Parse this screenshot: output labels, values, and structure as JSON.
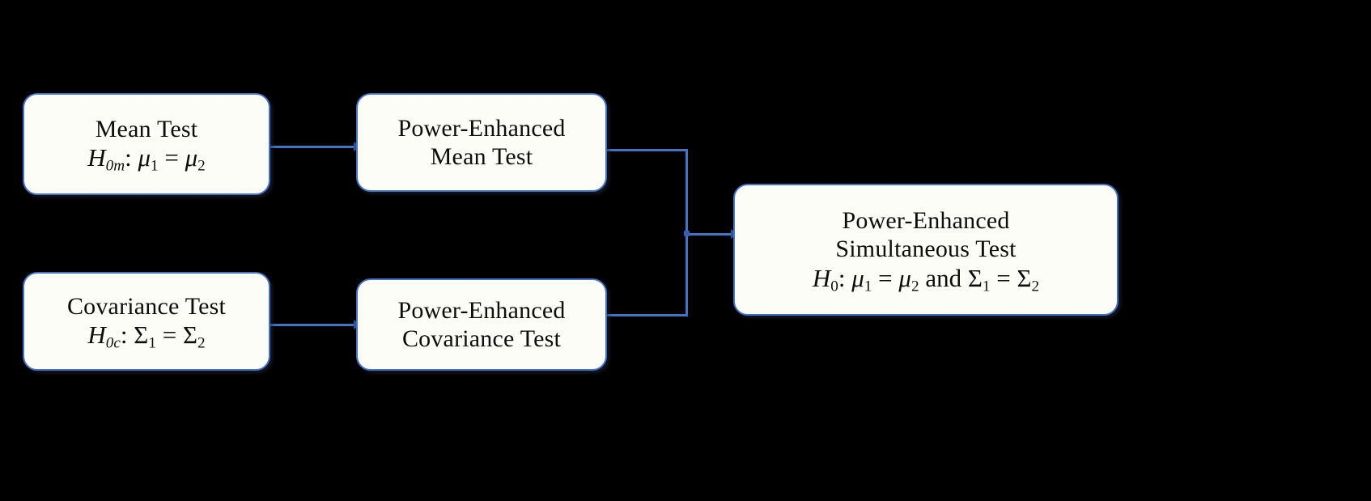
{
  "diagram": {
    "title": "Power-Enhanced Simultaneous Test flowchart",
    "background_color": "#000000",
    "box_fill": "#FDFDF8",
    "box_border": "#4472C4",
    "connector_color": "#4472C4",
    "text_color": "#0D0D0D"
  },
  "nodes": {
    "mean_test": {
      "line1": "Mean Test",
      "formula_H": "H",
      "formula_sub": "0m",
      "formula_rest_1": ": ",
      "formula_mu1": "μ",
      "formula_mu1_sub": "1",
      "formula_eq": " = ",
      "formula_mu2": "μ",
      "formula_mu2_sub": "2",
      "formula_plain": "H0m: μ1 = μ2"
    },
    "covariance_test": {
      "line1": "Covariance Test",
      "formula_H": "H",
      "formula_sub": "0c",
      "formula_rest_1": ": ",
      "formula_s1": "Σ",
      "formula_s1_sub": "1",
      "formula_eq": " = ",
      "formula_s2": "Σ",
      "formula_s2_sub": "2",
      "formula_plain": "H0c: Σ1 = Σ2"
    },
    "pe_mean_test": {
      "line1": "Power-Enhanced",
      "line2": "Mean Test"
    },
    "pe_covariance_test": {
      "line1": "Power-Enhanced",
      "line2": "Covariance Test"
    },
    "pe_simultaneous_test": {
      "line1": "Power-Enhanced",
      "line2": "Simultaneous Test",
      "formula_H": "H",
      "formula_sub": "0",
      "formula_colon": ": ",
      "formula_mu1": "μ",
      "formula_mu1_sub": "1",
      "formula_eq1": " = ",
      "formula_mu2": "μ",
      "formula_mu2_sub": "2",
      "formula_and": " and ",
      "formula_s1": "Σ",
      "formula_s1_sub": "1",
      "formula_eq2": " = ",
      "formula_s2": "Σ",
      "formula_s2_sub": "2",
      "formula_plain": "H0: μ1 = μ2 and Σ1 = Σ2"
    }
  },
  "edges": [
    {
      "name": "mean-to-pe-mean",
      "from": "mean_test",
      "to": "pe_mean_test",
      "style": "arrow"
    },
    {
      "name": "cov-to-pe-cov",
      "from": "covariance_test",
      "to": "pe_covariance_test",
      "style": "arrow"
    },
    {
      "name": "pe-mean-to-junction",
      "from": "pe_mean_test",
      "to": "junction",
      "style": "elbow"
    },
    {
      "name": "pe-cov-to-junction",
      "from": "pe_covariance_test",
      "to": "junction",
      "style": "elbow"
    },
    {
      "name": "junction-to-pe-simultaneous",
      "from": "junction",
      "to": "pe_simultaneous_test",
      "style": "arrow"
    }
  ]
}
